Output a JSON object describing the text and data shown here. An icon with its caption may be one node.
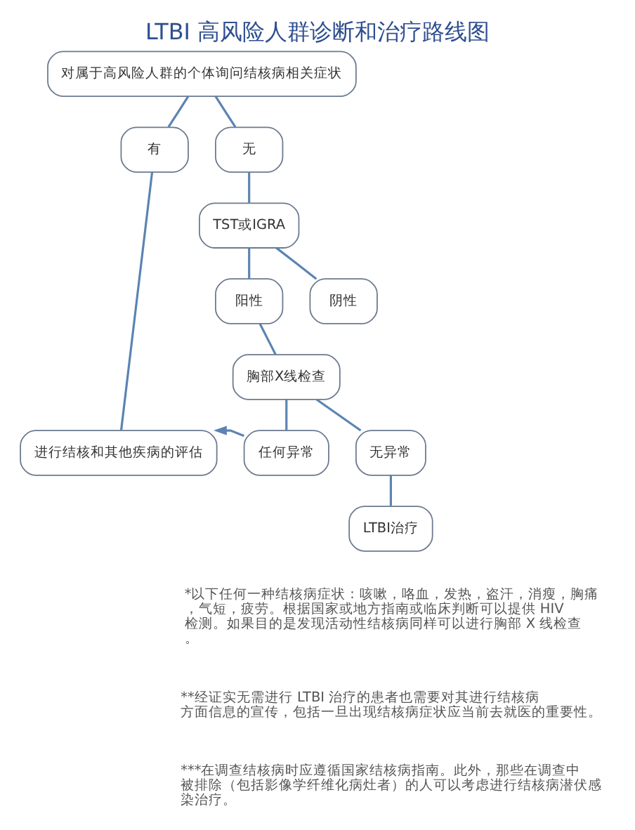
{
  "diagram": {
    "title": "LTBI 高风险人群诊断和治疗路线图",
    "nodes": [
      {
        "text": [
          "对属于高风险人群的个体询问结核病相关症状"
        ]
      },
      {
        "text": [
          "有"
        ]
      },
      {
        "text": [
          "无"
        ]
      },
      {
        "text": [
          "TST或IGRA"
        ]
      },
      {
        "text": [
          "阳性"
        ]
      },
      {
        "text": [
          "阴性"
        ]
      },
      {
        "text": [
          "胸部X线检查"
        ]
      },
      {
        "text": [
          "进行结核和其他疾病的评估"
        ]
      },
      {
        "text": [
          "任何异常"
        ]
      },
      {
        "text": [
          "无异常"
        ]
      },
      {
        "text": [
          "LTBI治疗"
        ]
      }
    ],
    "edges": [
      {
        "from": 0,
        "to": 1,
        "arrow": "none"
      },
      {
        "from": 0,
        "to": 2,
        "arrow": "none"
      },
      {
        "from": 2,
        "to": 3,
        "arrow": "none"
      },
      {
        "from": 3,
        "to": 4,
        "arrow": "none"
      },
      {
        "from": 3,
        "to": 5,
        "arrow": "none"
      },
      {
        "from": 4,
        "to": 6,
        "arrow": "none"
      },
      {
        "from": 1,
        "to": 7,
        "arrow": "none"
      },
      {
        "from": 6,
        "to": 8,
        "arrow": "none"
      },
      {
        "from": 6,
        "to": 9,
        "arrow": "none"
      },
      {
        "from": 8,
        "to": 7,
        "arrow": "to"
      },
      {
        "from": 9,
        "to": 10,
        "arrow": "none"
      }
    ],
    "labels": [
      "*以下任何一种结核病症状：咳嗽，咯血，发热，盗汗，消瘦，胸痛，气短，疲劳。根据国家或地方指南或临床判断可以提供 HIV 检测。如果目的是发现活动性结核病同样可以进行胸部 X 线检查。",
      "**经证实无需进行 LTBI 治疗的患者也需要对其进行结核病方面信息的宣传，包括一旦出现结核病症状应当前去就医的重要性。",
      "***在调查结核病时应遵循国家结核病指南。此外，那些在调查中被排除（包括影像学纤维化病灶者）的人可以考虑进行结核病潜伏感染治疗。"
    ]
  }
}
